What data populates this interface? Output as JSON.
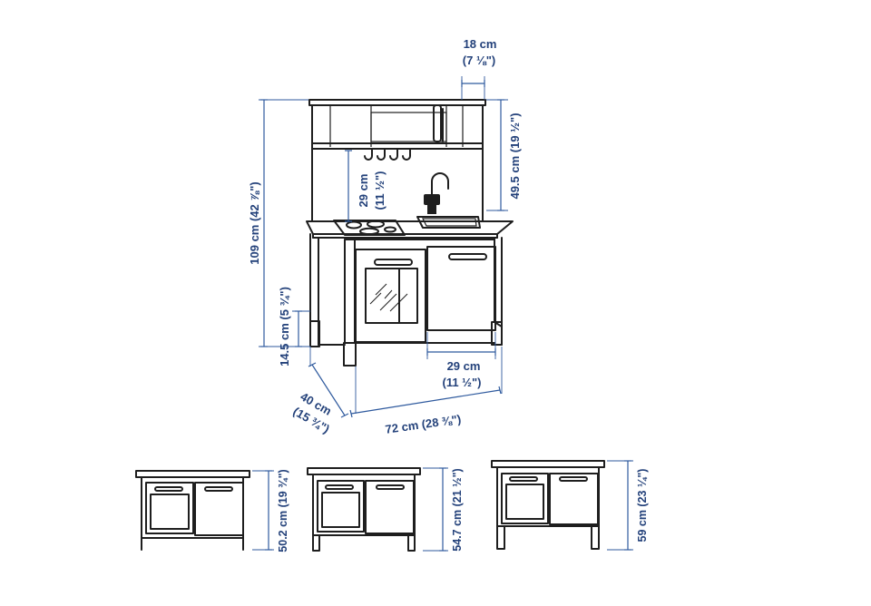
{
  "labels": {
    "top_depth_cm": "18 cm",
    "top_depth_in": "(7 ⅛\")",
    "upper_height_cm": "49.5 cm (19 ½\")",
    "shelf_gap_cm": "29 cm",
    "shelf_gap_in": "(11 ½\")",
    "total_height": "109 cm (42 ⅞\")",
    "counter_height": "14.5 cm (5 ¾\")",
    "door_width_cm": "29 cm",
    "door_width_in": "(11 ½\")",
    "depth_cm": "40 cm",
    "depth_in": "(15 ¾\")",
    "width": "72 cm (28 ⅜\")",
    "height_low": "50.2 cm (19 ¾\")",
    "height_mid": "54.7 cm (21 ½\")",
    "height_high": "59 cm (23 ¼\")"
  },
  "colors": {
    "ink": "#1e1e1e",
    "dimension_blue": "#2f5a9e",
    "label_blue": "#23417a"
  }
}
